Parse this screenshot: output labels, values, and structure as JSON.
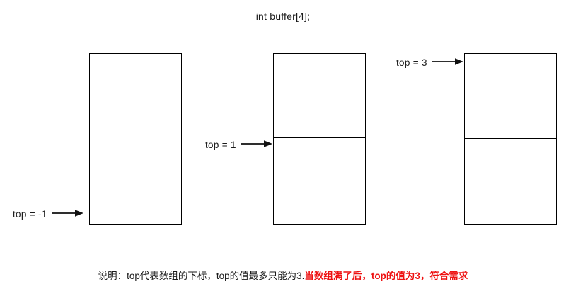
{
  "diagram": {
    "title": "int buffer[4];",
    "boxes": [
      {
        "id": "box-1",
        "name": "array-state-empty",
        "cells": 1,
        "state_label": "top = -1"
      },
      {
        "id": "box-2",
        "name": "array-state-partial",
        "cells": 3,
        "state_label": "top = 1"
      },
      {
        "id": "box-3",
        "name": "array-state-full",
        "cells": 4,
        "state_label": "top = 3"
      }
    ],
    "pointers": [
      {
        "label": "top = -1",
        "arrow": "right-arrow-icon"
      },
      {
        "label": "top = 1",
        "arrow": "right-arrow-icon"
      },
      {
        "label": "top = 3",
        "arrow": "right-arrow-icon"
      }
    ],
    "caption": {
      "plain": "说明：top代表数组的下标，top的值最多只能为3.",
      "highlight": "当数组满了后，top的值为3，符合需求"
    },
    "colors": {
      "stroke": "#000000",
      "text": "#1a1a1a",
      "highlight": "#ee1111",
      "background": "#ffffff"
    }
  }
}
